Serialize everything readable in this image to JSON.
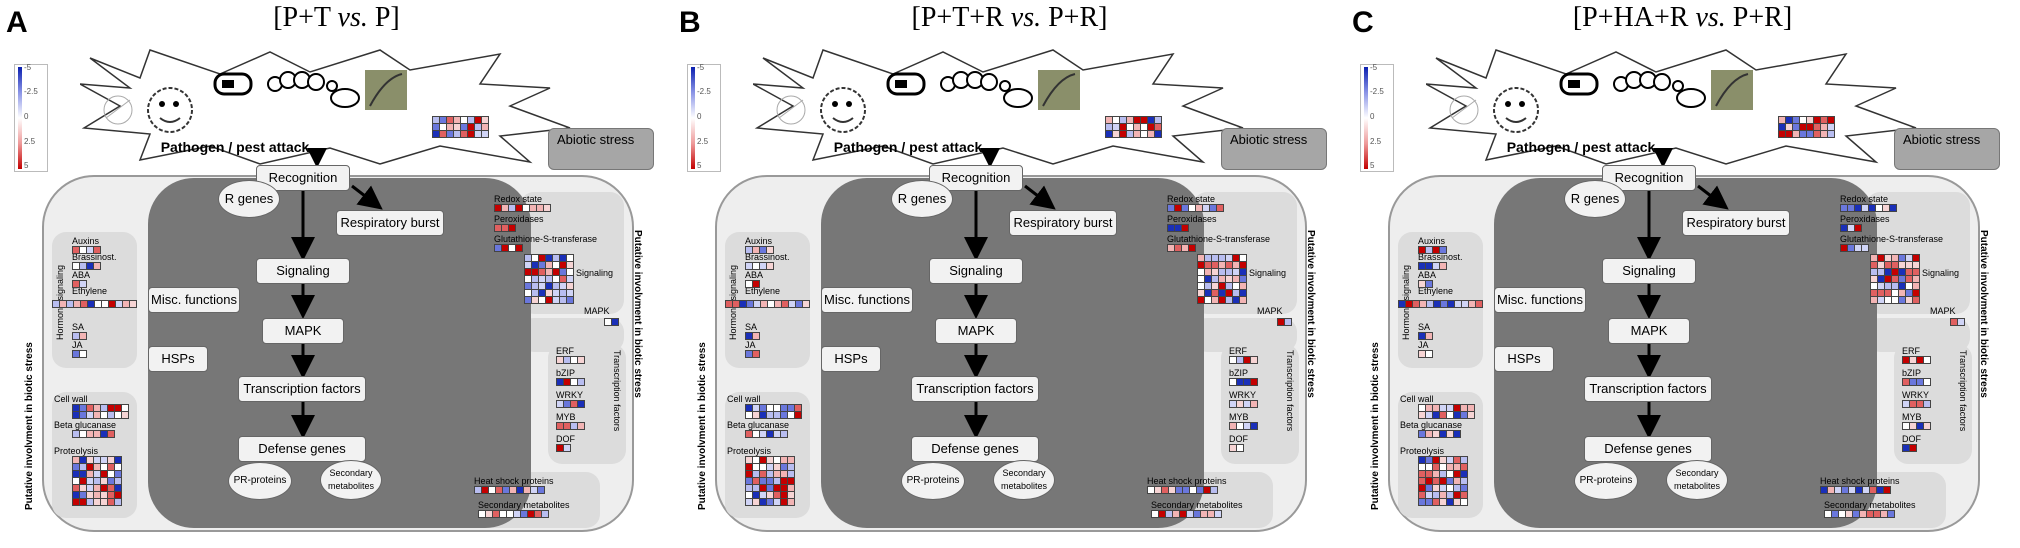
{
  "panels": [
    {
      "letter": "A",
      "title_pre": "[P+T ",
      "title_vs": "vs.",
      "title_post": " P]"
    },
    {
      "letter": "B",
      "title_pre": "[P+T+R ",
      "title_vs": "vs.",
      "title_post": " P+R]"
    },
    {
      "letter": "C",
      "title_pre": "[P+HA+R ",
      "title_vs": "vs.",
      "title_post": " P+R]"
    }
  ],
  "scale_ticks": [
    "-5",
    "-2.5",
    "0",
    "2.5",
    "5"
  ],
  "diagram": {
    "pathogen": "Pathogen / pest attack",
    "abiotic": "Abiotic stress",
    "recognition": "Recognition",
    "r_genes": "R genes",
    "respiratory": "Respiratory burst",
    "signaling": "Signaling",
    "misc": "Misc. functions",
    "mapk": "MAPK",
    "hsps": "HSPs",
    "tf": "Transcription factors",
    "defense": "Defense genes",
    "pr": "PR-proteins",
    "secondary": "Secondary metabolites",
    "hormone_signaling": "Hormone signaling",
    "auxins": "Auxins",
    "brassinost": "Brassinost.",
    "aba": "ABA",
    "ethylene": "Ethylene",
    "sa": "SA",
    "ja": "JA",
    "cell_wall": "Cell wall",
    "beta_glucanase": "Beta glucanase",
    "proteolysis": "Proteolysis",
    "redox": "Redox state",
    "peroxidases": "Peroxidases",
    "gst": "Glutathione-S-transferase",
    "r_signaling": "Signaling",
    "r_mapk": "MAPK",
    "erf": "ERF",
    "bzip": "bZIP",
    "wrky": "WRKY",
    "myb": "MYB",
    "dof": "DOF",
    "transcription_factors": "Transcription factors",
    "heat_shock": "Heat shock proteins",
    "secondary_metabolites": "Secondary metabolites",
    "putative": "Putative involvment in biotic stress"
  },
  "colors": {
    "up": "#c40000",
    "down": "#1a2fb8",
    "neutral": "#ffffff",
    "cell": "#eeeeee",
    "core": "#777777"
  }
}
